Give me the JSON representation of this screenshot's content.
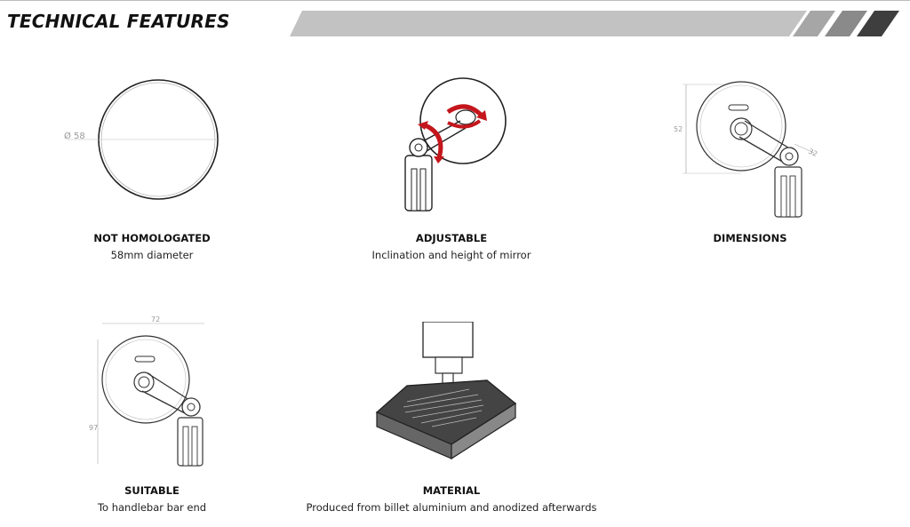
{
  "page": {
    "title": "TECHNICAL FEATURES"
  },
  "features": [
    {
      "icon": "round-mirror-diameter-icon",
      "label": "NOT HOMOLOGATED",
      "desc": "58mm diameter",
      "dimension_label": "Ø 58"
    },
    {
      "icon": "adjustable-mirror-icon",
      "label": "ADJUSTABLE",
      "desc": "Inclination and height of mirror"
    },
    {
      "icon": "dimensions-drawing-icon",
      "label": "DIMENSIONS",
      "desc": "",
      "dimension_labels": [
        "52",
        "32"
      ]
    },
    {
      "icon": "bar-end-mount-icon",
      "label": "SUITABLE",
      "desc": "To handlebar bar end",
      "dimension_labels": [
        "72",
        "97"
      ]
    },
    {
      "icon": "cnc-milling-icon",
      "label": "MATERIAL",
      "desc": "Produced from billet aluminium and anodized afterwards"
    }
  ],
  "colors": {
    "banner_light": "#c2c2c2",
    "banner_mid": "#a6a6a6",
    "banner_dark": "#777777",
    "banner_darkest": "#3e3e3e",
    "arrow_red": "#c4161c"
  }
}
